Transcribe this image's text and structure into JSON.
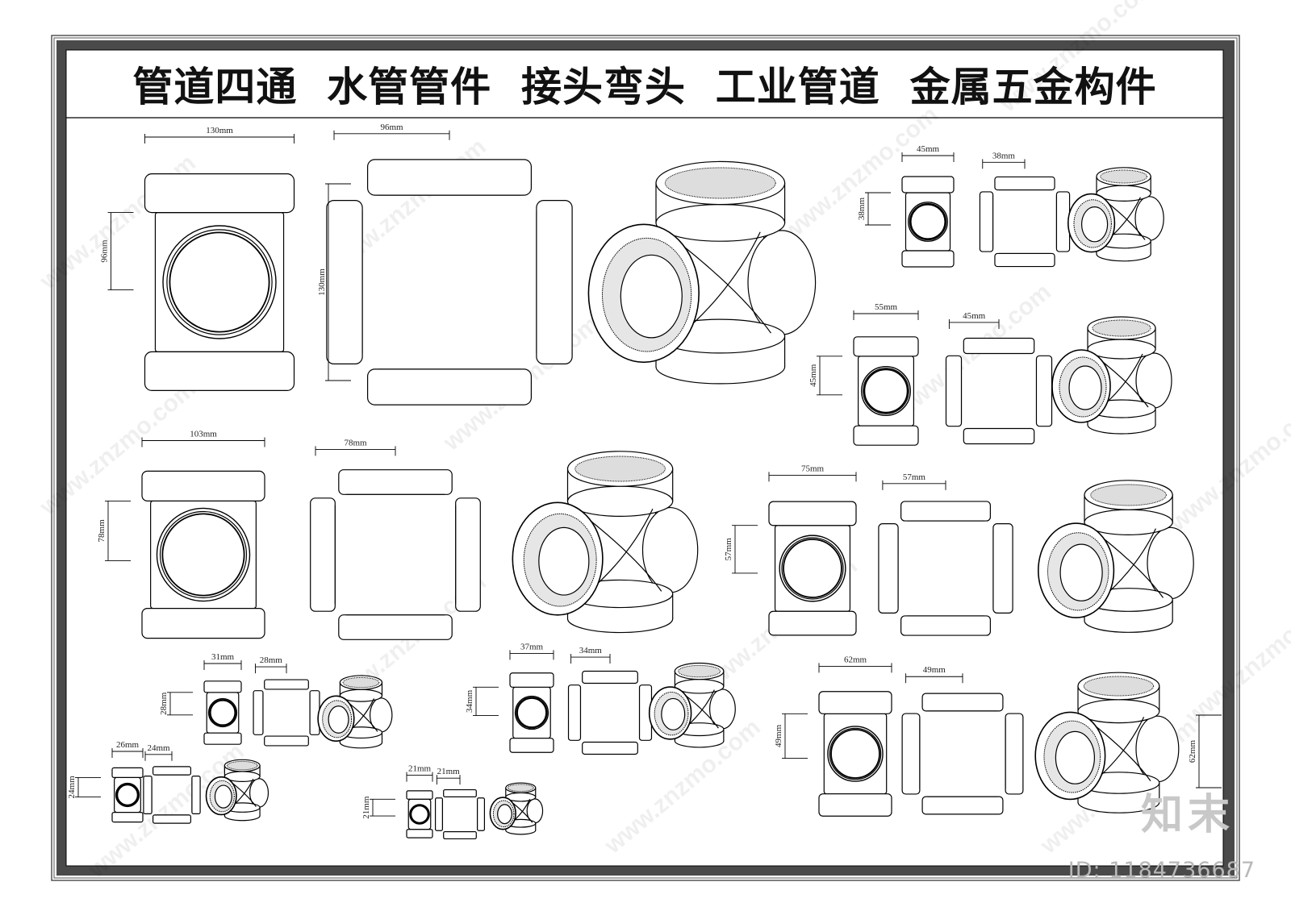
{
  "title": "管道四通  水管管件  接头弯头  工业管道  金属五金构件",
  "watermark": {
    "text": "www.znzmo.com",
    "logo": "知末",
    "id": "ID: 1184736687"
  },
  "colors": {
    "line": "#000000",
    "border": "#444444",
    "watermark": "#c0c0c0"
  },
  "groups": [
    {
      "front_width": "130mm",
      "front_height": "96mm",
      "side_width": "96mm",
      "side_height": "130mm"
    },
    {
      "front_width": "103mm",
      "front_height": "78mm",
      "side_width": "78mm"
    },
    {
      "front_width": "45mm",
      "front_height": "38mm",
      "side_width": "38mm"
    },
    {
      "front_width": "55mm",
      "front_height": "45mm",
      "side_width": "45mm"
    },
    {
      "front_width": "75mm",
      "front_height": "57mm",
      "side_width": "57mm"
    },
    {
      "front_width": "62mm",
      "front_height": "49mm",
      "side_width": "49mm",
      "side_height": "62mm"
    },
    {
      "front_width": "31mm",
      "front_height": "28mm",
      "side_width": "28mm"
    },
    {
      "front_width": "37mm",
      "front_height": "34mm",
      "side_width": "34mm"
    },
    {
      "front_width": "26mm",
      "front_height": "24mm",
      "side_width": "24mm"
    },
    {
      "front_width": "21mm",
      "front_height": "21mm",
      "side_width": "21mm"
    }
  ]
}
